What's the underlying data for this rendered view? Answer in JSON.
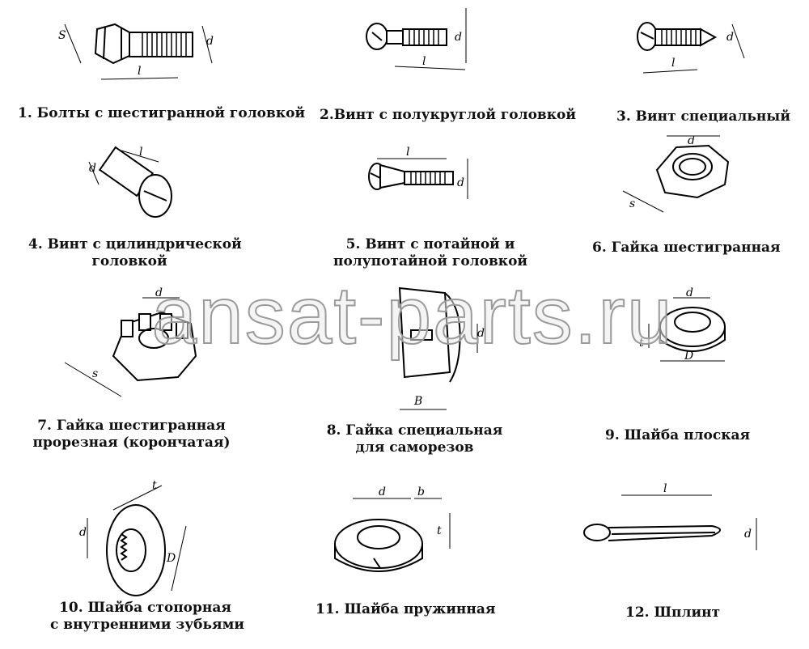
{
  "watermark": "ansat-parts.ru",
  "items": [
    {
      "caption": "1. Болты с шестигранной головкой",
      "dims": [
        "S",
        "l",
        "d"
      ]
    },
    {
      "caption": "2.Винт с полукруглой головкой",
      "dims": [
        "l",
        "d"
      ]
    },
    {
      "caption": "3. Винт специальный",
      "dims": [
        "l",
        "d"
      ]
    },
    {
      "caption_lines": [
        "4. Винт с цилиндрической",
        "головкой"
      ],
      "dims": [
        "l",
        "d"
      ]
    },
    {
      "caption_lines": [
        "5. Винт с потайной и",
        "полупотайной головкой"
      ],
      "dims": [
        "l",
        "d"
      ]
    },
    {
      "caption": "6. Гайка шестигранная",
      "dims": [
        "d",
        "s"
      ]
    },
    {
      "caption_lines": [
        "7. Гайка шестигранная",
        "прорезная (корончатая)"
      ],
      "dims": [
        "d",
        "s"
      ]
    },
    {
      "caption_lines": [
        "8. Гайка специальная",
        "для саморезов"
      ],
      "dims": [
        "d",
        "B"
      ]
    },
    {
      "caption": "9. Шайба  плоская",
      "dims": [
        "d",
        "t",
        "D"
      ]
    },
    {
      "caption_lines": [
        "10. Шайба  стопорная",
        "с внутренними зубьями"
      ],
      "dims": [
        "t",
        "d",
        "D"
      ]
    },
    {
      "caption": "11. Шайба  пружинная",
      "dims": [
        "d",
        "b",
        "t"
      ]
    },
    {
      "caption": "12. Шплинт",
      "dims": [
        "l",
        "d"
      ]
    }
  ]
}
